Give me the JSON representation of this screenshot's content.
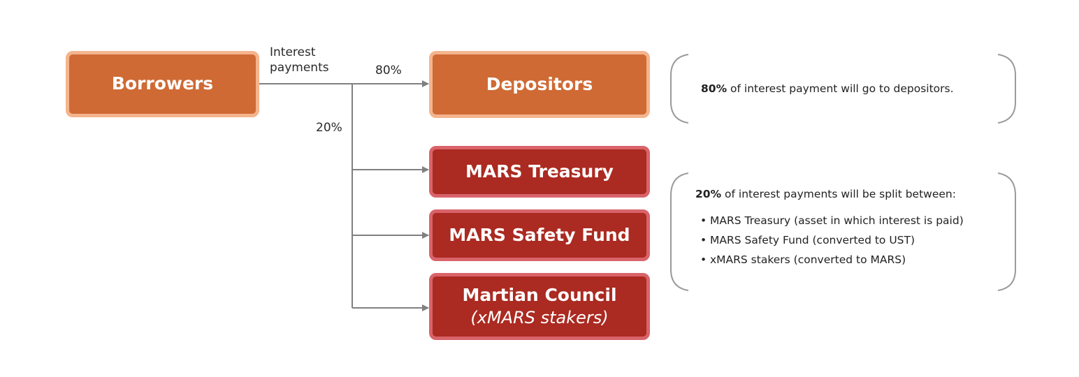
{
  "nodes": {
    "borrowers": "Borrowers",
    "depositors": "Depositors",
    "treasury": "MARS Treasury",
    "safety_fund": "MARS Safety Fund",
    "council": "Martian Council",
    "council_sub": "(xMARS stakers)"
  },
  "labels": {
    "interest_line1": "Interest",
    "interest_line2": "payments",
    "pct_80": "80%",
    "pct_20": "20%"
  },
  "notes": {
    "depositors": {
      "bold": "80%",
      "text": " of interest payment will go to depositors."
    },
    "split": {
      "bold": "20%",
      "text": " of interest payments will be split between:",
      "items": [
        "MARS Treasury (asset in which interest is paid)",
        "MARS Safety Fund (converted to UST)",
        "xMARS stakers (converted to MARS)"
      ]
    }
  },
  "colors": {
    "orange_fill": "#cf6a34",
    "orange_border": "#f4b48d",
    "red_fill": "#ab2a21",
    "red_border": "#d9636a",
    "connector": "#808080",
    "bracket": "#9a9a9a"
  }
}
